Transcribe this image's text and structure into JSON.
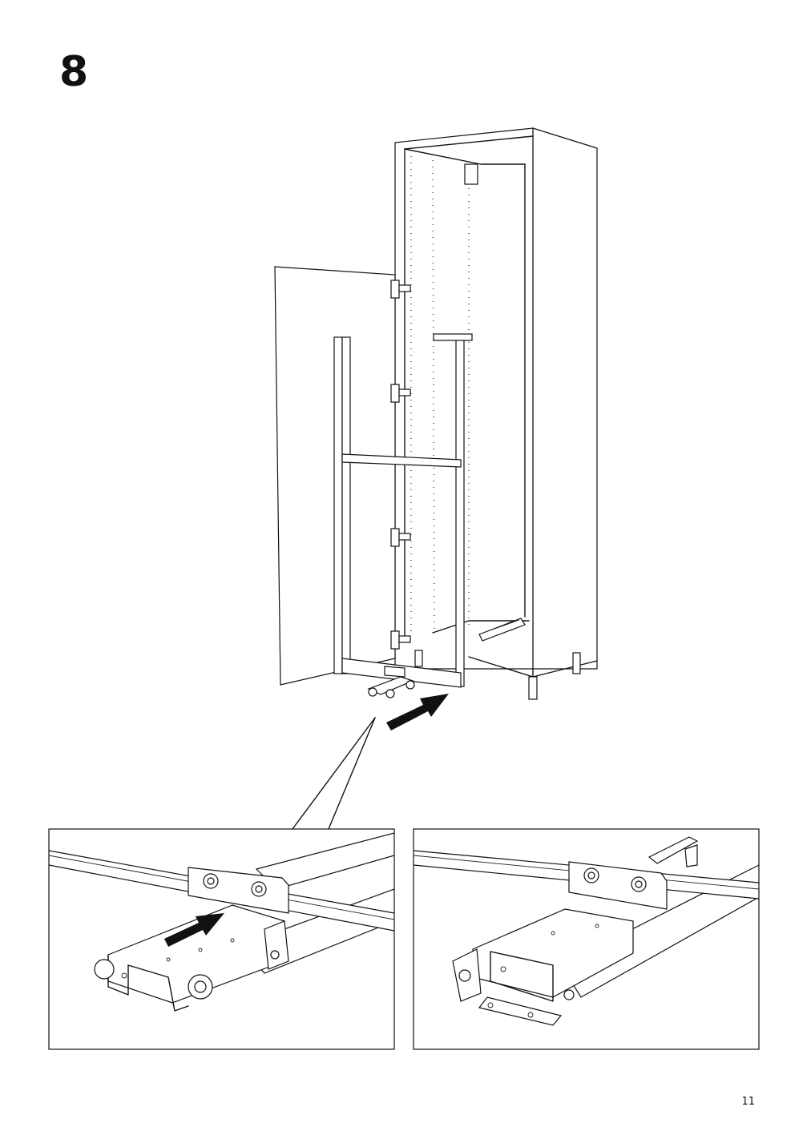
{
  "step": {
    "number": "8"
  },
  "page": {
    "number": "11"
  },
  "illustration": {
    "main": "cabinet-with-pullout-frame",
    "detail_left": "rail-bracket-before",
    "detail_right": "rail-bracket-after"
  },
  "icons": [
    "push-arrow-icon",
    "magnify-callout-icon"
  ]
}
